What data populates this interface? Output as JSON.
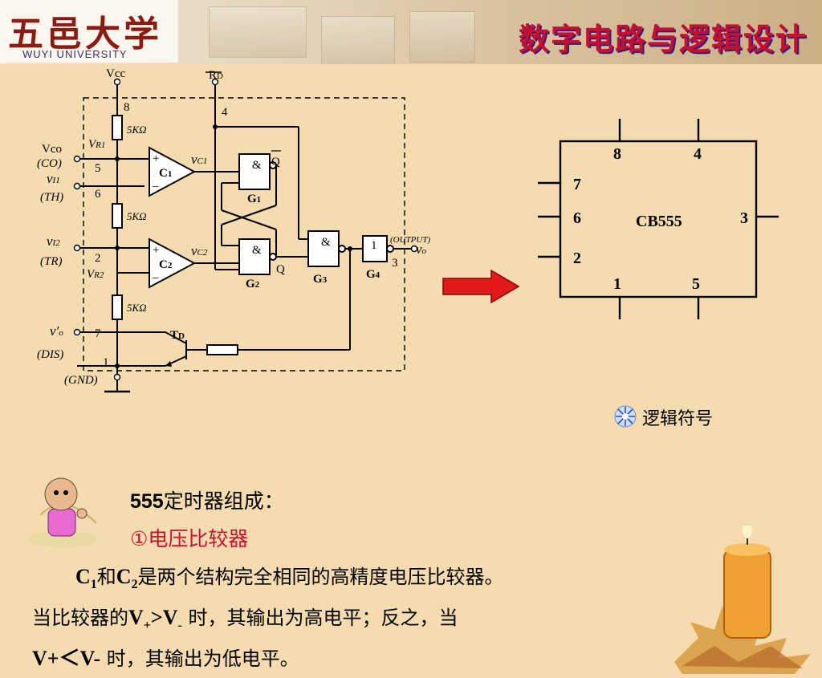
{
  "header": {
    "logo_cn": "五邑大学",
    "logo_en": "WUYI UNIVERSITY",
    "course_title": "数字电路与逻辑设计"
  },
  "circuit": {
    "vcc": "Vcc",
    "rd": "R",
    "rd_sub": "D",
    "pin8": "8",
    "pin4": "4",
    "pin5": "5",
    "pin6": "6",
    "pin2": "2",
    "pin3": "3",
    "pin7": "7",
    "pin1": "1",
    "res": "5KΩ",
    "vco": "Vco",
    "co": "(CO)",
    "vi1": "v",
    "vi1_sub": "I1",
    "th": "(TH)",
    "vi2": "v",
    "vi2_sub": "I2",
    "tr": "(TR)",
    "vr1": "V",
    "vr1_sub": "R1",
    "vr2": "V",
    "vr2_sub": "R2",
    "c1": "C",
    "c1_sub": "1",
    "c2": "C",
    "c2_sub": "2",
    "plus": "+",
    "minus": "–",
    "vc1": "v",
    "vc1_sub": "C1",
    "vc2": "v",
    "vc2_sub": "C2",
    "and": "&",
    "qbar": "Q",
    "q": "Q",
    "g1": "G",
    "g1_sub": "1",
    "g2": "G",
    "g2_sub": "2",
    "g3": "G",
    "g3_sub": "3",
    "g4": "G",
    "g4_sub": "4",
    "one": "1",
    "output": "(OUTPUT)",
    "vo": "v",
    "vo_sub": "o",
    "vo_prime": "v′",
    "vo_prime_sub": "o",
    "dis": "(DIS)",
    "gnd": "(GND)",
    "td": "T",
    "td_sub": "D"
  },
  "chip": {
    "name": "CB555",
    "pins_top": [
      "8",
      "4"
    ],
    "pins_left": [
      "7",
      "6",
      "2"
    ],
    "pin_right": "3",
    "pins_bottom": [
      "1",
      "5"
    ]
  },
  "legend": {
    "label": "逻辑符号"
  },
  "text": {
    "heading_num": "555",
    "heading_rest": "定时器组成：",
    "subheading": "①电压比较器",
    "line1_c": "C",
    "line1_c1": "1",
    "line1_he": "和",
    "line1_c2": "2",
    "line1_rest": "是两个结构完全相同的高精度电压比较器。",
    "line2_a": "当比较器的",
    "line2_vp": "V",
    "line2_vp_sub": "+",
    "line2_gt": ">V",
    "line2_vm_sub": "-",
    "line2_b": " 时，其输出为高电平；反之，当",
    "line3_a": "V+＜V-",
    "line3_b": " 时，其输出为低电平。"
  }
}
